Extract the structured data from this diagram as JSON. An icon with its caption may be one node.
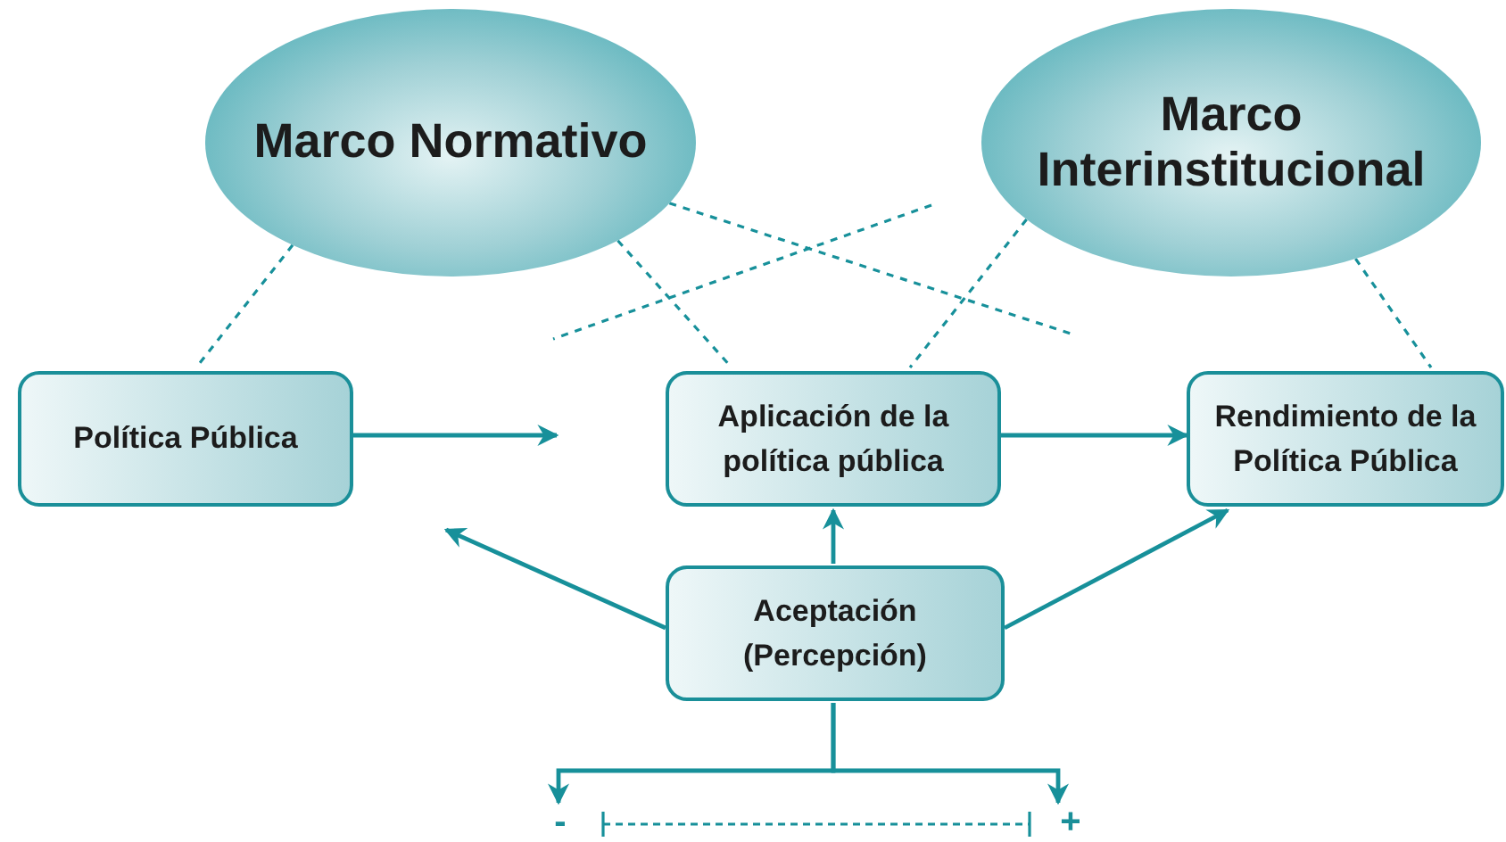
{
  "diagram": {
    "nodes": [
      {
        "text": [
          "Marco Normativo"
        ]
      },
      {
        "text": [
          "Marco Interinstitucional"
        ]
      },
      {
        "text": [
          "Política Pública"
        ]
      },
      {
        "text": [
          "Aplicación de la política pública"
        ]
      },
      {
        "text": [
          "Rendimiento de la Política Pública"
        ]
      },
      {
        "text": [
          "Aceptación (Percepción)"
        ]
      },
      {
        "text": [
          "-"
        ]
      },
      {
        "text": [
          "+"
        ]
      }
    ],
    "edges": [
      {
        "from": 0,
        "to": 2,
        "arrow": "none",
        "style": "dashed"
      },
      {
        "from": 0,
        "to": 3,
        "arrow": "none",
        "style": "dashed"
      },
      {
        "from": 0,
        "to": null,
        "arrow": "none",
        "style": "dashed"
      },
      {
        "from": 1,
        "to": 3,
        "arrow": "none",
        "style": "dashed"
      },
      {
        "from": 1,
        "to": 4,
        "arrow": "none",
        "style": "dashed"
      },
      {
        "from": 2,
        "to": null,
        "arrow": "to"
      },
      {
        "from": 3,
        "to": 4,
        "arrow": "to"
      },
      {
        "from": 5,
        "to": 3,
        "arrow": "to"
      },
      {
        "from": 5,
        "to": null,
        "arrow": "to"
      },
      {
        "from": 5,
        "to": 4,
        "arrow": "to"
      },
      {
        "from": 5,
        "to": 6,
        "arrow": "to"
      },
      {
        "from": 5,
        "to": 7,
        "arrow": "to"
      }
    ]
  }
}
